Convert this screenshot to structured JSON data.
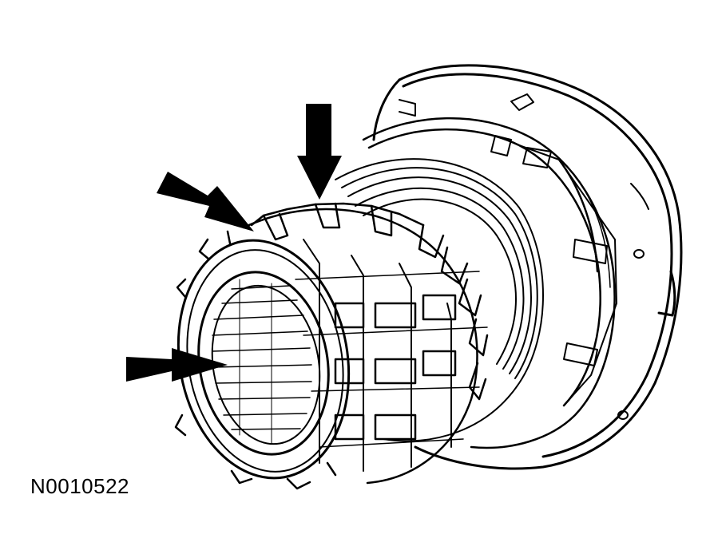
{
  "figure": {
    "code": "N0010522"
  },
  "colors": {
    "line": "#000000",
    "background": "#ffffff"
  },
  "arrows": [
    {
      "icon": "arrow-icon",
      "points_to": "clutch-hub-outer-spline"
    },
    {
      "icon": "arrow-icon",
      "points_to": "clutch-hub-top-spline"
    },
    {
      "icon": "arrow-icon",
      "points_to": "clutch-hub-inner-spline"
    }
  ]
}
